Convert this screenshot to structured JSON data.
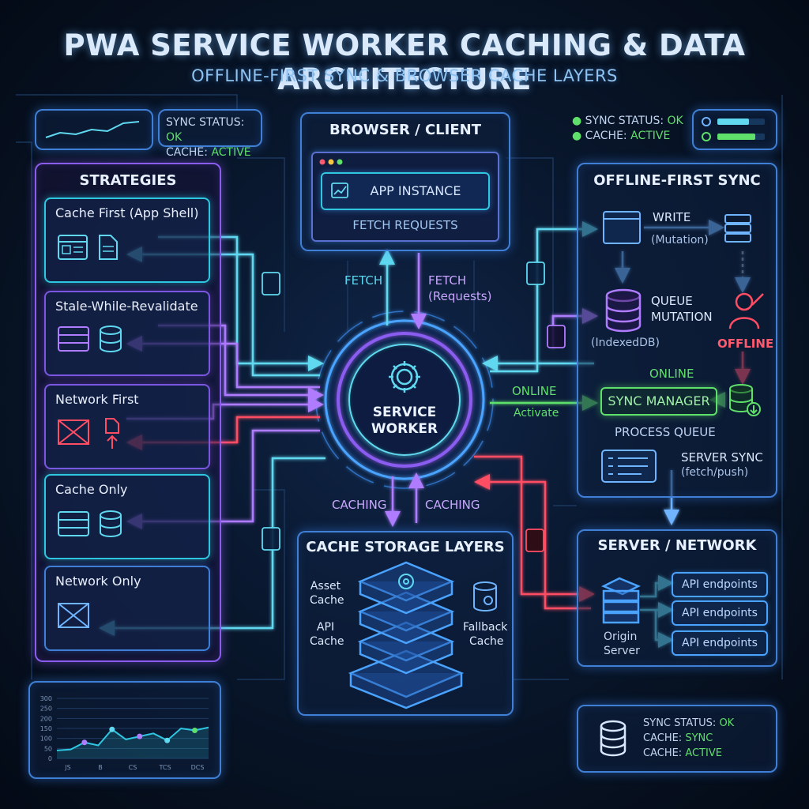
{
  "header": {
    "title": "PWA SERVICE WORKER CACHING & DATA ARCHITECTURE",
    "subtitle": "OFFLINE-FIRST SYNC & BROWSER CACHE LAYERS"
  },
  "status_top_left": {
    "sync_label": "SYNC STATUS:",
    "sync_value": "OK",
    "cache_label": "CACHE:",
    "cache_value": "ACTIVE"
  },
  "status_top_right": {
    "sync_label": "SYNC STATUS:",
    "sync_value": "OK",
    "cache_label": "CACHE:",
    "cache_value": "ACTIVE"
  },
  "status_bottom_right": {
    "sync_label": "SYNC STATUS:",
    "sync_value": "OK",
    "cache_label": "CACHE:",
    "cache_sync": "SYNC",
    "cache_value": "ACTIVE"
  },
  "strategies": {
    "title": "STRATEGIES",
    "items": [
      "Cache First (App Shell)",
      "Stale-While-Revalidate",
      "Network First",
      "Cache Only",
      "Network Only"
    ]
  },
  "browser": {
    "title": "BROWSER / CLIENT",
    "app_instance": "APP INSTANCE",
    "fetch_requests": "FETCH REQUESTS"
  },
  "service_worker": {
    "line1": "SERVICE",
    "line2": "WORKER"
  },
  "flow_labels": {
    "fetch": "FETCH",
    "fetch_requests_1": "FETCH",
    "fetch_requests_2": "(Requests)",
    "online": "ONLINE",
    "activate": "Activate",
    "caching_left": "CACHING",
    "caching_right": "CACHING"
  },
  "offline_sync": {
    "title": "OFFLINE-FIRST SYNC",
    "write": "WRITE",
    "mutation": "(Mutation)",
    "queue_1": "QUEUE",
    "queue_2": "MUTATION",
    "indexeddb": "(IndexedDB)",
    "offline": "OFFLINE",
    "online": "ONLINE",
    "sync_manager": "SYNC MANAGER",
    "process_queue": "PROCESS QUEUE",
    "server_sync": "SERVER SYNC",
    "fetch_push": "(fetch/push)"
  },
  "cache_storage": {
    "title": "CACHE STORAGE LAYERS",
    "asset_1": "Asset",
    "asset_2": "Cache",
    "api_1": "API",
    "api_2": "Cache",
    "fallback_1": "Fallback",
    "fallback_2": "Cache"
  },
  "server": {
    "title": "SERVER / NETWORK",
    "origin_1": "Origin",
    "origin_2": "Server",
    "endpoints": [
      "API endpoints",
      "API endpoints",
      "API endpoints"
    ]
  },
  "mini_chart": {
    "y_ticks": [
      "300",
      "250",
      "200",
      "150",
      "100",
      "50",
      "0"
    ],
    "x_ticks": [
      "JS",
      "B",
      "CS",
      "TCS",
      "DCS"
    ],
    "values": [
      40,
      45,
      80,
      65,
      145,
      95,
      110,
      125,
      90,
      150,
      140,
      155
    ]
  },
  "colors": {
    "cyan": "#2fc6e0",
    "blue": "#4aa3ff",
    "purple": "#8a5cf0",
    "green": "#5fe06a",
    "red": "#ff4d64"
  }
}
